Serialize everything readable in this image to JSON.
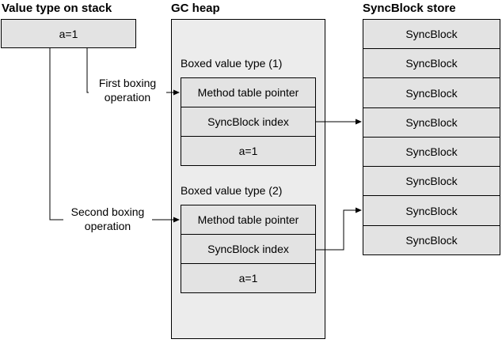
{
  "headings": {
    "stack": "Value type on stack",
    "heap": "GC heap",
    "syncblock_store": "SyncBlock store"
  },
  "stack_value": "a=1",
  "arrows": {
    "first": [
      "First boxing",
      "operation"
    ],
    "second": [
      "Second boxing",
      "operation"
    ]
  },
  "boxed": [
    {
      "title": "Boxed value type (1)",
      "rows": [
        "Method table pointer",
        "SyncBlock index",
        "a=1"
      ]
    },
    {
      "title": "Boxed value type (2)",
      "rows": [
        "Method table pointer",
        "SyncBlock index",
        "a=1"
      ]
    }
  ],
  "syncblocks": [
    "SyncBlock",
    "SyncBlock",
    "SyncBlock",
    "SyncBlock",
    "SyncBlock",
    "SyncBlock",
    "SyncBlock",
    "SyncBlock"
  ]
}
